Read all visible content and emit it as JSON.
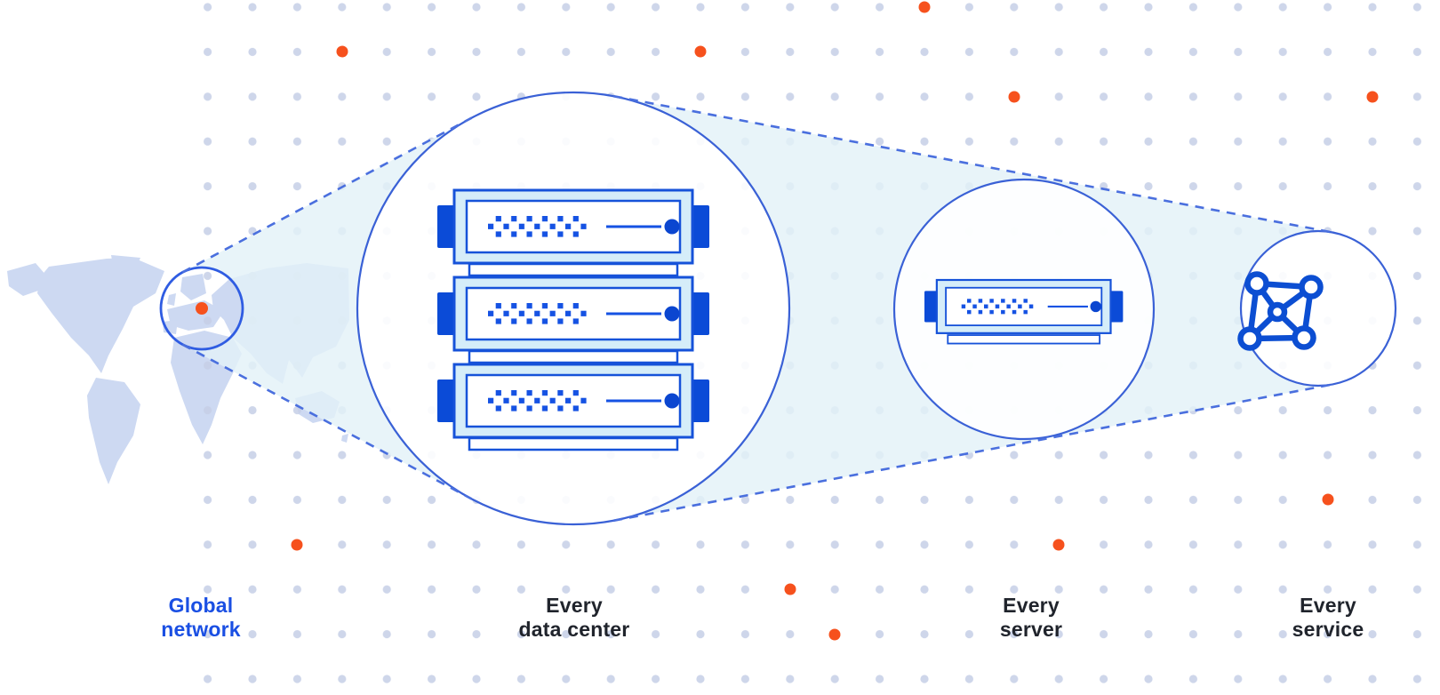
{
  "diagram": {
    "title": "Global network zoom diagram",
    "captions": [
      {
        "id": "global-network",
        "line1": "Global",
        "line2": "network"
      },
      {
        "id": "data-center",
        "line1": "Every",
        "line2": "data center"
      },
      {
        "id": "server",
        "line1": "Every",
        "line2": "server"
      },
      {
        "id": "service",
        "line1": "Every",
        "line2": "service"
      }
    ],
    "icons": [
      "world-map",
      "location-dot",
      "server-rack-icon",
      "server-icon",
      "network-graph-icon"
    ],
    "colors": {
      "accent_orange": "#f6511d",
      "primary_blue": "#1652d9",
      "dark_blue_fill": "#0b4bd7",
      "circle_stroke": "#3a61d6",
      "dashed_line": "#4a6fde",
      "cone_fill": "#e3f1f8",
      "server_body_fill": "#d5edf9",
      "dot_grid": "#c6cfe6",
      "map_fill": "#cdd9f2",
      "caption_dark": "#20242c",
      "caption_blue": "#1a4fe3"
    }
  }
}
